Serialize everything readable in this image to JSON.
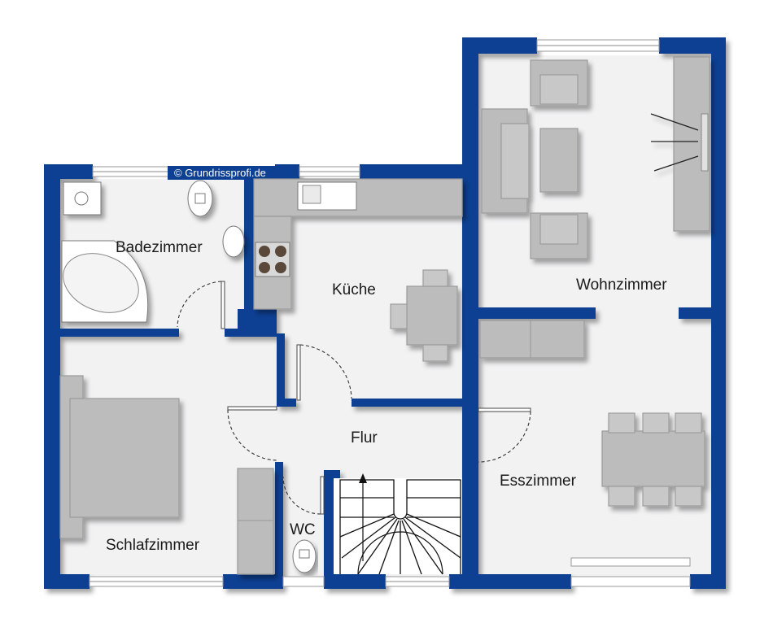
{
  "rooms": {
    "badezimmer": "Badezimmer",
    "kueche": "Küche",
    "wohnzimmer": "Wohnzimmer",
    "flur": "Flur",
    "esszimmer": "Esszimmer",
    "schlafzimmer": "Schlafzimmer",
    "wc": "WC"
  },
  "copyright": "© Grundrissprofi.de",
  "colors": {
    "wall": "#0d3f92",
    "floor": "#f2f2f3",
    "furniture": "#bcbcbc"
  }
}
